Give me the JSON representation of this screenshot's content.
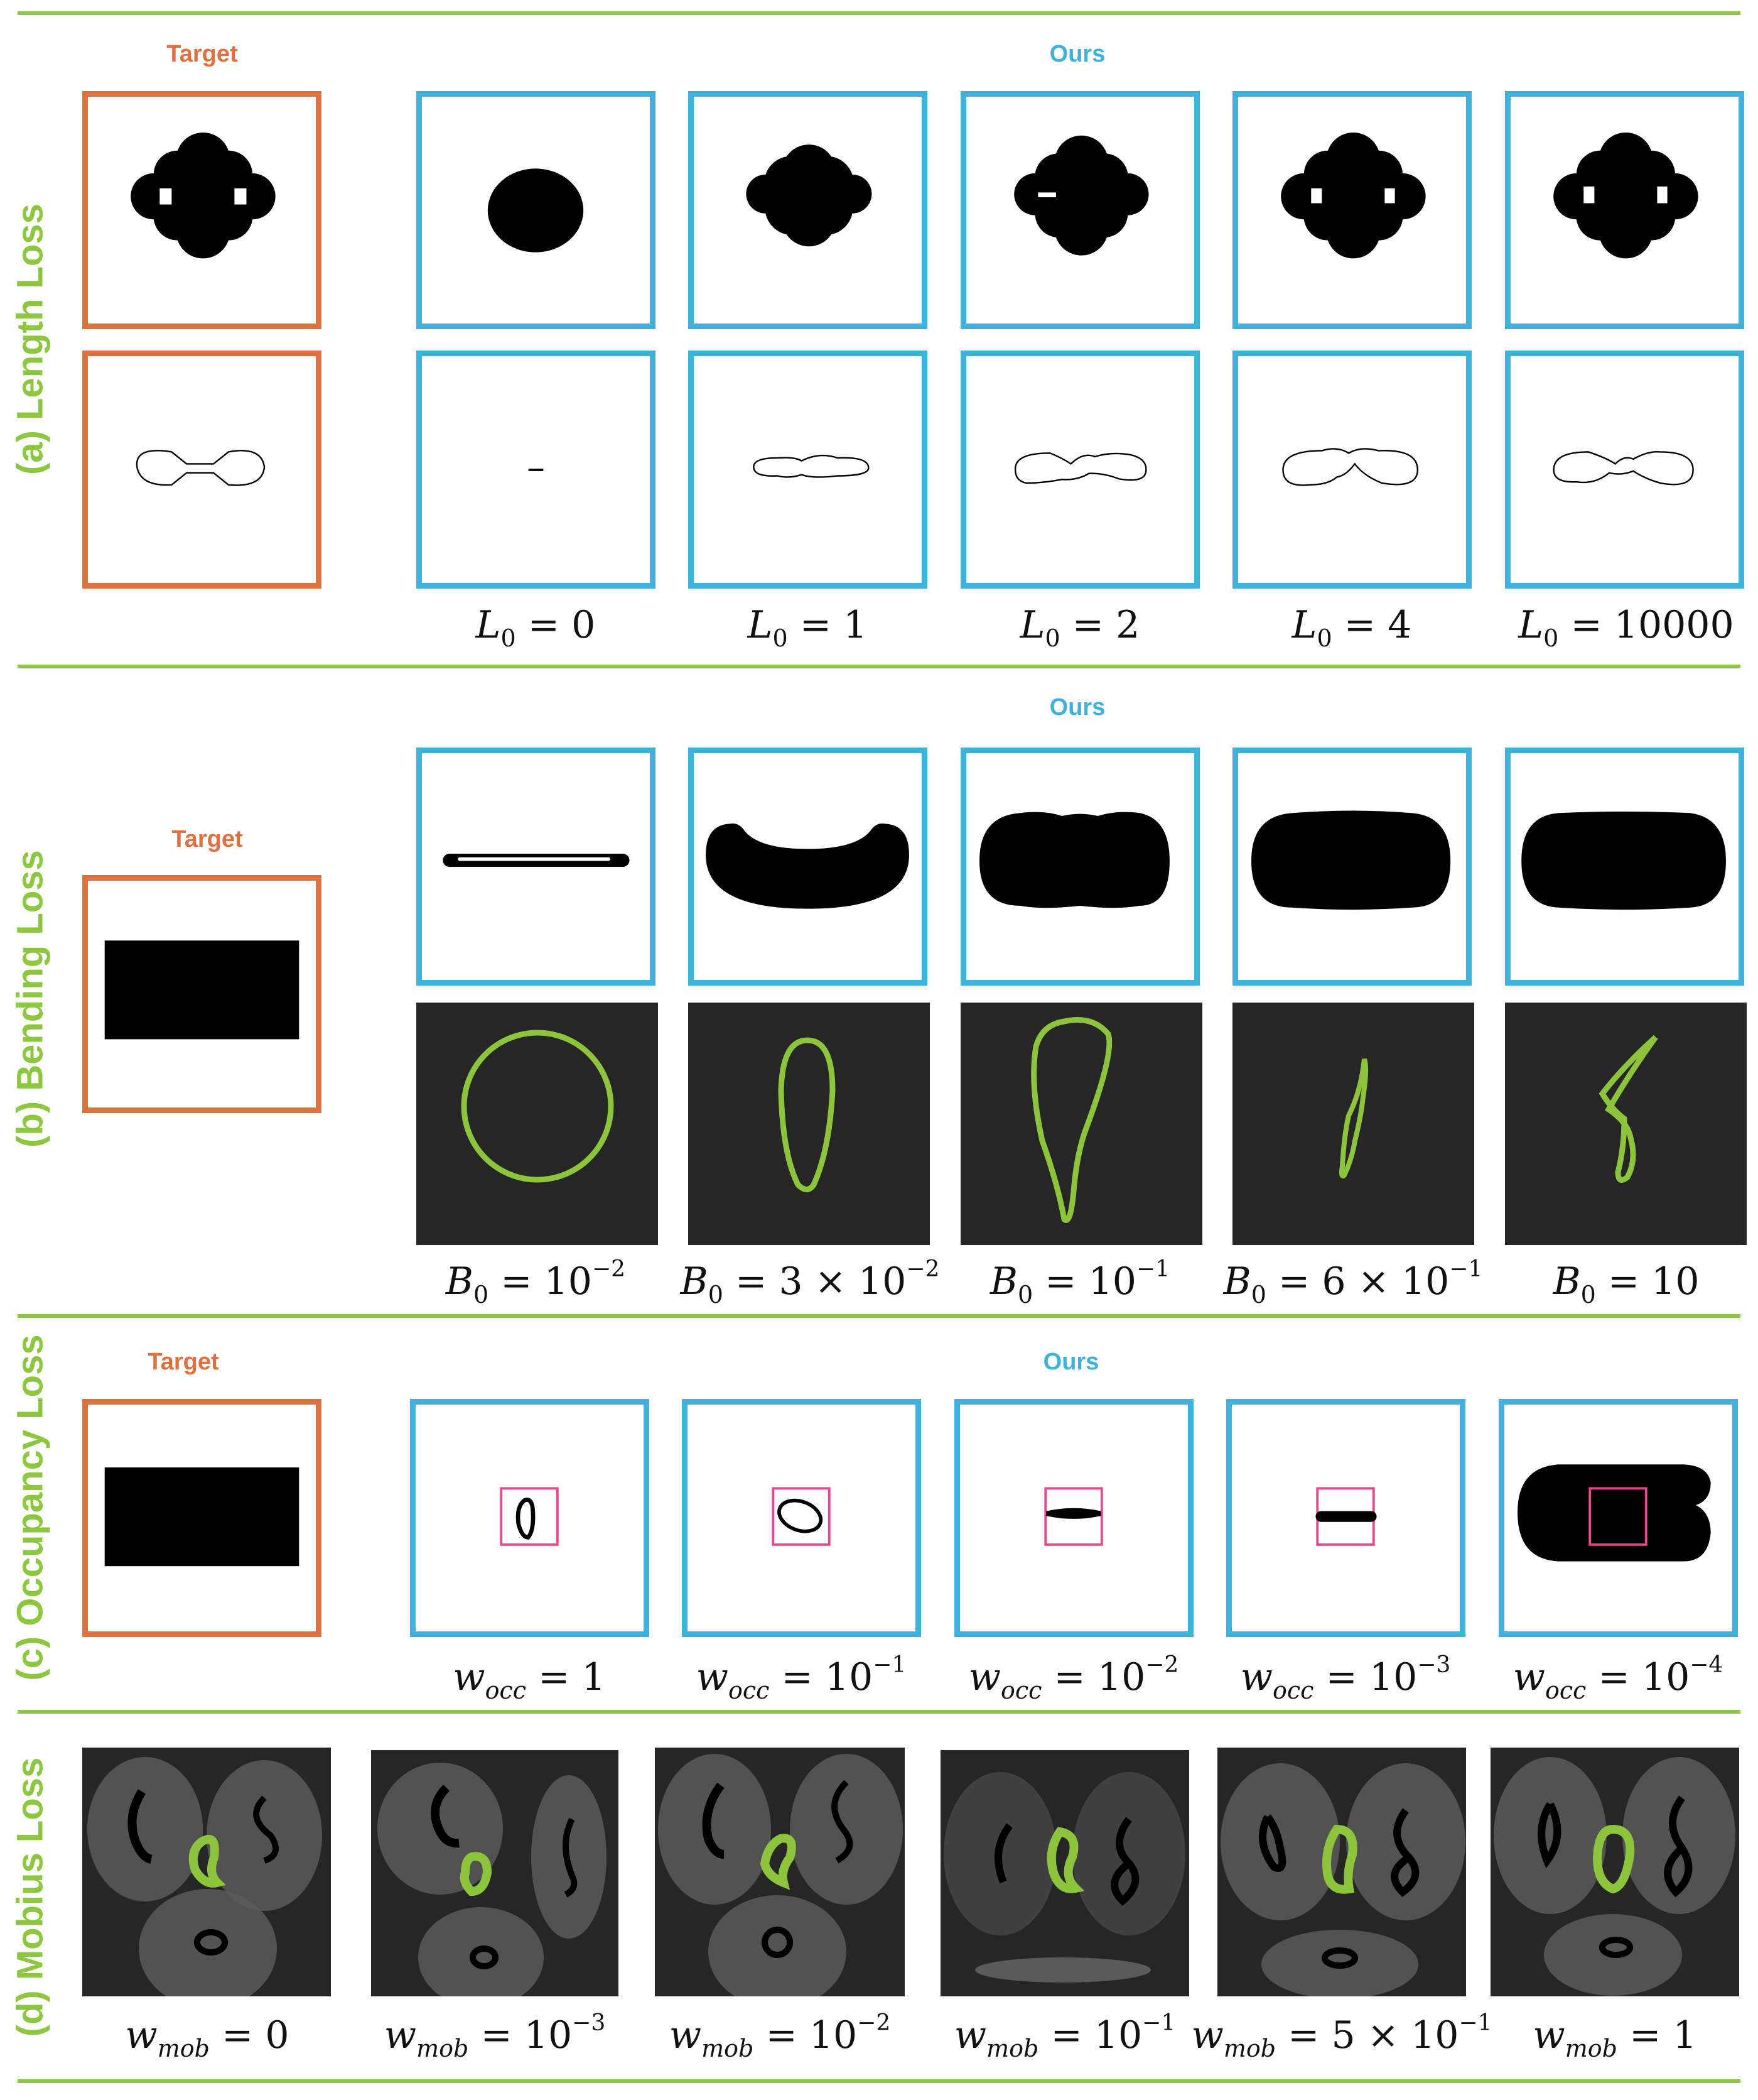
{
  "labels": {
    "target": "Target",
    "ours": "Ours"
  },
  "sections": {
    "length": {
      "title": "(a) Length Loss",
      "params": [
        {
          "var": "L",
          "sub": "0",
          "rel": " = ",
          "val": "0",
          "sup": ""
        },
        {
          "var": "L",
          "sub": "0",
          "rel": " = ",
          "val": "1",
          "sup": ""
        },
        {
          "var": "L",
          "sub": "0",
          "rel": " = ",
          "val": "2",
          "sup": ""
        },
        {
          "var": "L",
          "sub": "0",
          "rel": " = ",
          "val": "4",
          "sup": ""
        },
        {
          "var": "L",
          "sub": "0",
          "rel": " = ",
          "val": "10000",
          "sup": ""
        }
      ]
    },
    "bending": {
      "title": "(b) Bending Loss",
      "params": [
        {
          "var": "B",
          "sub": "0",
          "rel": " = ",
          "val": "10",
          "sup": "−2"
        },
        {
          "var": "B",
          "sub": "0",
          "rel": " = ",
          "val": "3 × 10",
          "sup": "−2"
        },
        {
          "var": "B",
          "sub": "0",
          "rel": " = ",
          "val": "10",
          "sup": "−1"
        },
        {
          "var": "B",
          "sub": "0",
          "rel": " = ",
          "val": "6 × 10",
          "sup": "−1"
        },
        {
          "var": "B",
          "sub": "0",
          "rel": " = ",
          "val": "10",
          "sup": ""
        }
      ]
    },
    "occupancy": {
      "title": "(c) Occupancy Loss",
      "params": [
        {
          "var": "w",
          "sub": "occ",
          "rel": " = ",
          "val": "1",
          "sup": ""
        },
        {
          "var": "w",
          "sub": "occ",
          "rel": " = ",
          "val": "10",
          "sup": "−1"
        },
        {
          "var": "w",
          "sub": "occ",
          "rel": " = ",
          "val": "10",
          "sup": "−2"
        },
        {
          "var": "w",
          "sub": "occ",
          "rel": " = ",
          "val": "10",
          "sup": "−3"
        },
        {
          "var": "w",
          "sub": "occ",
          "rel": " = ",
          "val": "10",
          "sup": "−4"
        }
      ]
    },
    "mobius": {
      "title": "(d) Mobius Loss",
      "params": [
        {
          "var": "w",
          "sub": "mob",
          "rel": " = ",
          "val": "0",
          "sup": ""
        },
        {
          "var": "w",
          "sub": "mob",
          "rel": " = ",
          "val": "10",
          "sup": "−3"
        },
        {
          "var": "w",
          "sub": "mob",
          "rel": " = ",
          "val": "10",
          "sup": "−2"
        },
        {
          "var": "w",
          "sub": "mob",
          "rel": " = ",
          "val": "10",
          "sup": "−1"
        },
        {
          "var": "w",
          "sub": "mob",
          "rel": " = ",
          "val": "5 × 10",
          "sup": "−1"
        },
        {
          "var": "w",
          "sub": "mob",
          "rel": " = ",
          "val": "1",
          "sup": ""
        }
      ]
    }
  },
  "colors": {
    "accent": "#8dc63f",
    "target": "#e0703f",
    "ours": "#3fb2dc",
    "box": "#e8458b",
    "curve": "#8cc43c"
  }
}
